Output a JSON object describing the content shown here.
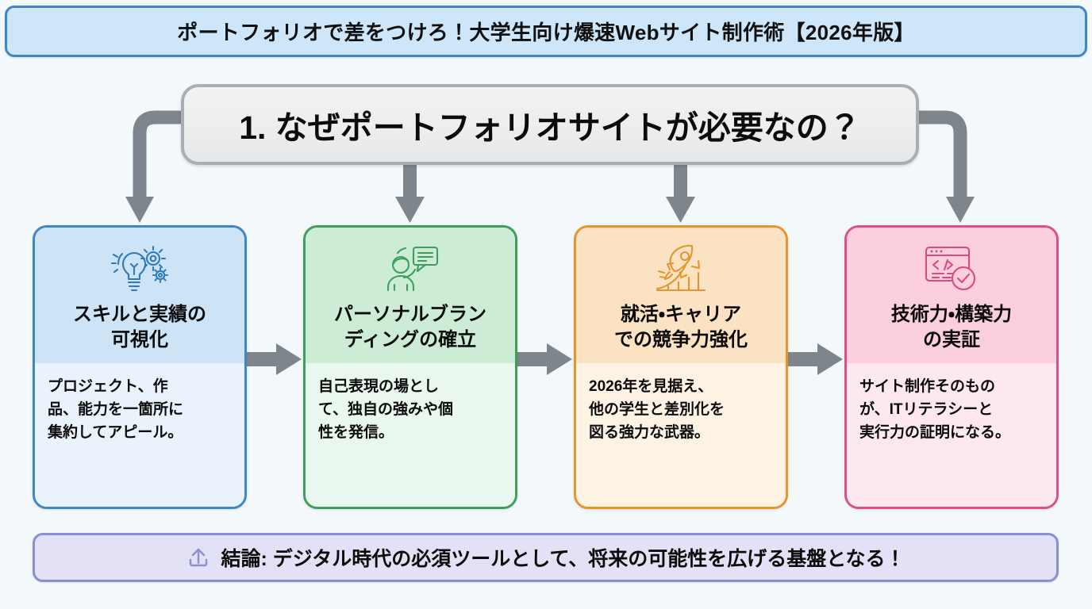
{
  "page": {
    "background_color": "#f3f8fb"
  },
  "title_bar": {
    "text": "ポートフォリオで差をつけろ！大学生向け爆速Webサイト制作術【2026年版】",
    "background_color": "#cde6f9",
    "border_color": "#3d87c6"
  },
  "heading": {
    "text": "1. なぜポートフォリオサイトが必要なの？",
    "background_color": "#eceded",
    "border_color": "#a9aeb3"
  },
  "connector_color": "#7f858c",
  "cards": [
    {
      "id": "skills-visualization",
      "icon": "lightbulb-gear-icon",
      "title": "スキルと実績の\n可視化",
      "body": "プロジェクト、作\n品、能力を一箇所に\n集約してアピール。",
      "accent_color": "#3f87c1",
      "header_bg": "#cde3f6",
      "body_bg": "#eaf3fc"
    },
    {
      "id": "personal-branding",
      "icon": "person-speech-bubble-icon",
      "title": "パーソナルブラン\nディングの確立",
      "body": "自己表現の場とし\nて、独自の強みや個\n性を発信。",
      "accent_color": "#3f9d5e",
      "header_bg": "#cdecd6",
      "body_bg": "#e9f7ee"
    },
    {
      "id": "career-competitiveness",
      "icon": "rocket-growth-chart-icon",
      "title": "就活・キャリア\nでの競争力強化",
      "body": "2026年を見据え、\n他の学生と差別化を\n図る強力な武器。",
      "accent_color": "#e2962c",
      "header_bg": "#fbe2c3",
      "body_bg": "#fdf2e3"
    },
    {
      "id": "technical-proof",
      "icon": "code-window-check-icon",
      "title": "技術力・構築力\nの実証",
      "body": "サイト制作そのもの\nが、ITリテラシーと\n実行力の証明になる。",
      "accent_color": "#dd4f89",
      "header_bg": "#fbcfdd",
      "body_bg": "#fde8ef"
    }
  ],
  "footer": {
    "icon": "upload-icon",
    "text": "結論: デジタル時代の必須ツールとして、将来の可能性を広げる基盤となる！",
    "background_color": "#e2e1f5",
    "border_color": "#8c8ed4"
  }
}
